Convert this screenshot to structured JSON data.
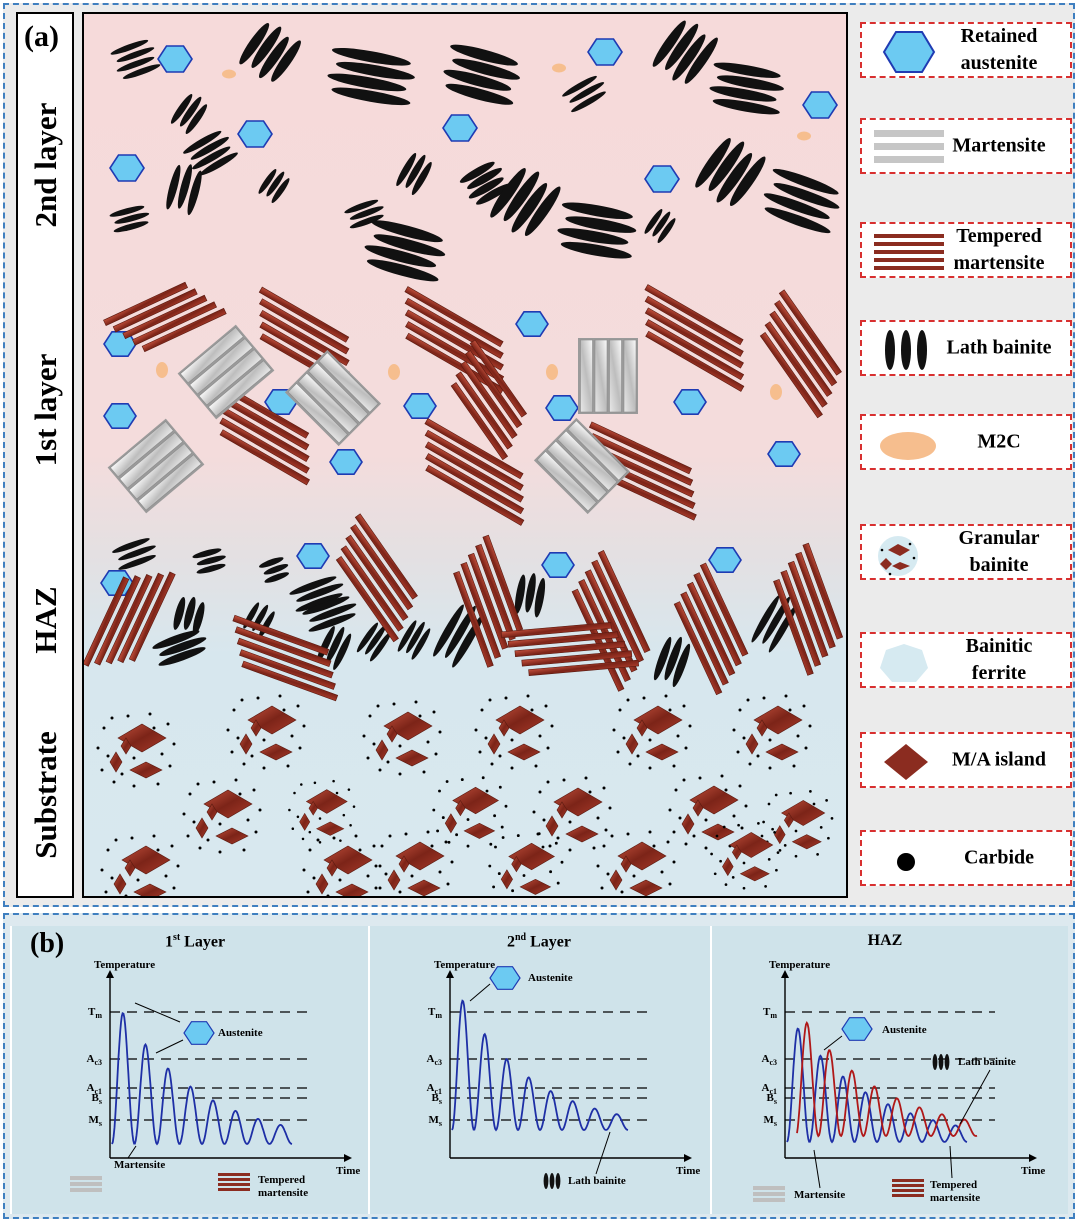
{
  "panel_a": {
    "label": "(a)",
    "layers": [
      "2nd layer",
      "1st layer",
      "HAZ",
      "Substrate"
    ],
    "legend": [
      {
        "label": "Retained austenite",
        "icon": "retained-austenite-hexagon-icon"
      },
      {
        "label": "Martensite",
        "icon": "martensite-gray-stripes-icon"
      },
      {
        "label": "Tempered martensite",
        "icon": "tempered-martensite-red-stripes-icon"
      },
      {
        "label": "Lath bainite",
        "icon": "lath-bainite-black-ellipses-icon"
      },
      {
        "label": "M2C",
        "icon": "m2c-orange-ellipse-icon"
      },
      {
        "label": "Granular bainite",
        "icon": "granular-bainite-cluster-icon"
      },
      {
        "label": "Bainitic ferrite",
        "icon": "bainitic-ferrite-heptagon-icon"
      },
      {
        "label": "M/A island",
        "icon": "ma-island-diamond-icon"
      },
      {
        "label": "Carbide",
        "icon": "carbide-black-dot-icon"
      }
    ],
    "colors": {
      "austenite_fill": "#6ccaf2",
      "austenite_stroke": "#1f3bb3",
      "tempered": "#8b2c20",
      "martensite": "#c6c6c6",
      "m2c": "#f6be8e",
      "bainite": "#111111"
    }
  },
  "panel_b": {
    "label": "(b)",
    "plots": [
      {
        "title_main": "1",
        "title_sup": "st",
        "title_rest": " Layer",
        "ylabel": "Temperature",
        "xlabel": "Time",
        "levels": [
          "Tm",
          "Ac3",
          "Ac1",
          "Bs",
          "Ms"
        ],
        "annotations": [
          "Austenite",
          "Martensite",
          "Tempered martensite"
        ]
      },
      {
        "title_main": "2",
        "title_sup": "nd",
        "title_rest": " Layer",
        "ylabel": "Temperature",
        "xlabel": "Time",
        "levels": [
          "Tm",
          "Ac3",
          "Ac1",
          "Bs",
          "Ms"
        ],
        "annotations": [
          "Austenite",
          "Lath bainite"
        ]
      },
      {
        "title_main": "HAZ",
        "title_sup": "",
        "title_rest": "",
        "ylabel": "Temperature",
        "xlabel": "Time",
        "levels": [
          "Tm",
          "Ac3",
          "Ac1",
          "Bs",
          "Ms"
        ],
        "annotations": [
          "Austenite",
          "Lath bainite",
          "Martensite",
          "Tempered martensite"
        ]
      }
    ],
    "colors": {
      "curve_blue": "#1e2fa6",
      "curve_red": "#b01818"
    }
  }
}
